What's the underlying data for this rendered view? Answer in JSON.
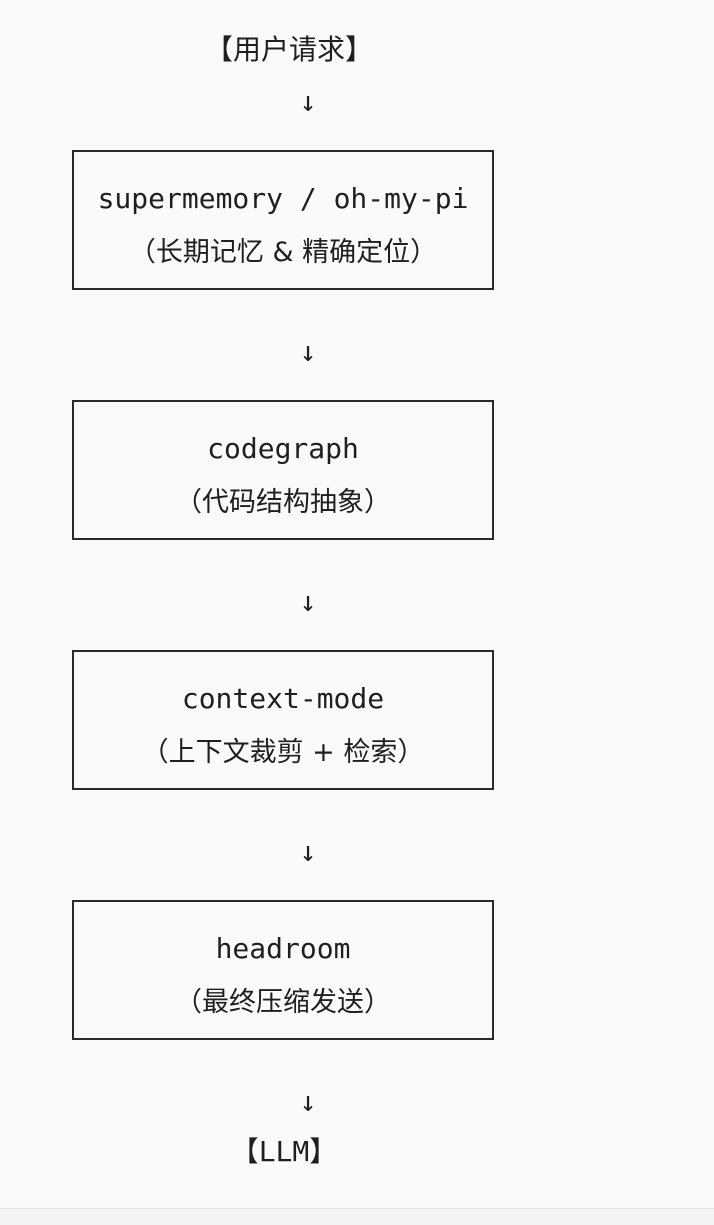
{
  "diagram": {
    "start": "【用户请求】",
    "end": "【LLM】",
    "arrow": "↓",
    "stages": [
      {
        "title": "supermemory / oh-my-pi",
        "subtitle": "（长期记忆 & 精确定位）"
      },
      {
        "title": "codegraph",
        "subtitle": "（代码结构抽象）"
      },
      {
        "title": "context-mode",
        "subtitle": "（上下文裁剪 + 检索）"
      },
      {
        "title": "headroom",
        "subtitle": "（最终压缩发送）"
      }
    ]
  }
}
